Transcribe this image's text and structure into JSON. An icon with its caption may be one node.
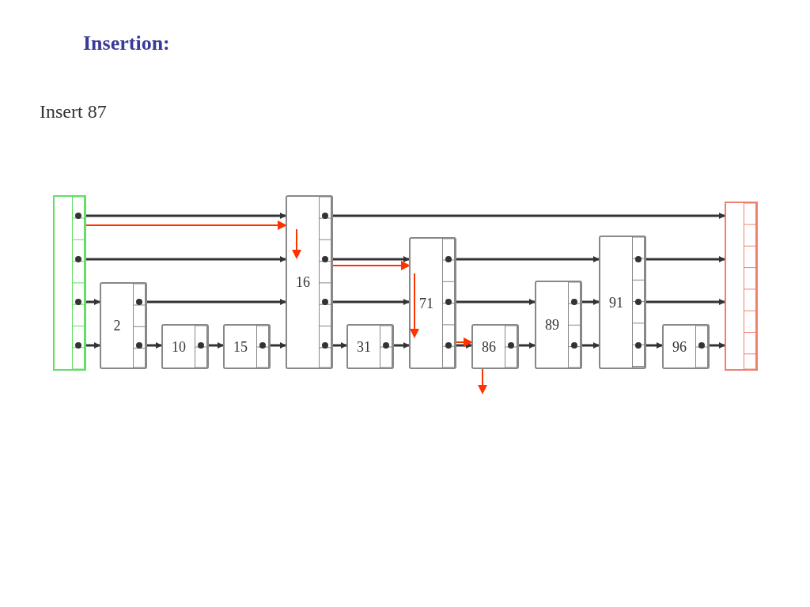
{
  "diagram": {
    "title": "Insertion:",
    "nodes": [
      {
        "text": [],
        "shape": "box"
      },
      {
        "text": [
          "2"
        ]
      },
      {
        "text": [
          "10"
        ]
      },
      {
        "text": [
          "15"
        ]
      },
      {
        "text": [
          "16"
        ]
      },
      {
        "text": [
          "31"
        ]
      },
      {
        "text": [
          "71"
        ]
      },
      {
        "text": [
          "86"
        ]
      },
      {
        "text": [
          "89"
        ]
      },
      {
        "text": [
          "91"
        ]
      },
      {
        "text": [
          "96"
        ]
      },
      {
        "text": [],
        "shape": "box"
      }
    ],
    "edges": [
      {
        "from": 0,
        "to": 4,
        "arrow": "to"
      },
      {
        "from": 4,
        "to": 11,
        "arrow": "to"
      },
      {
        "from": 0,
        "to": 4,
        "arrow": "to"
      },
      {
        "from": 4,
        "to": 6,
        "arrow": "to"
      },
      {
        "from": 6,
        "to": 9,
        "arrow": "to"
      },
      {
        "from": 9,
        "to": 11,
        "arrow": "to"
      },
      {
        "from": 0,
        "to": 1,
        "arrow": "to"
      },
      {
        "from": 1,
        "to": 4,
        "arrow": "to"
      },
      {
        "from": 4,
        "to": 6,
        "arrow": "to"
      },
      {
        "from": 6,
        "to": 8,
        "arrow": "to"
      },
      {
        "from": 8,
        "to": 9,
        "arrow": "to"
      },
      {
        "from": 9,
        "to": 11,
        "arrow": "to"
      },
      {
        "from": 0,
        "to": 1,
        "arrow": "to"
      },
      {
        "from": 1,
        "to": 2,
        "arrow": "to"
      },
      {
        "from": 2,
        "to": 3,
        "arrow": "to"
      },
      {
        "from": 3,
        "to": 4,
        "arrow": "to"
      },
      {
        "from": 4,
        "to": 5,
        "arrow": "to"
      },
      {
        "from": 5,
        "to": 6,
        "arrow": "to"
      },
      {
        "from": 6,
        "to": 7,
        "arrow": "to"
      },
      {
        "from": 7,
        "to": 8,
        "arrow": "to"
      },
      {
        "from": 8,
        "to": 9,
        "arrow": "to"
      },
      {
        "from": 9,
        "to": 10,
        "arrow": "to"
      },
      {
        "from": 10,
        "to": 11,
        "arrow": "to"
      },
      {
        "from": 0,
        "to": 4,
        "arrow": "to",
        "color": "#ff3300"
      },
      {
        "from": 4,
        "to": 6,
        "arrow": "to",
        "color": "#ff3300"
      },
      {
        "from": 6,
        "to": 7,
        "arrow": "to",
        "color": "#ff3300"
      },
      {
        "from": 7,
        "to": null,
        "arrow": "to",
        "color": "#ff3300"
      }
    ],
    "labels": [
      "Insert 87"
    ]
  }
}
